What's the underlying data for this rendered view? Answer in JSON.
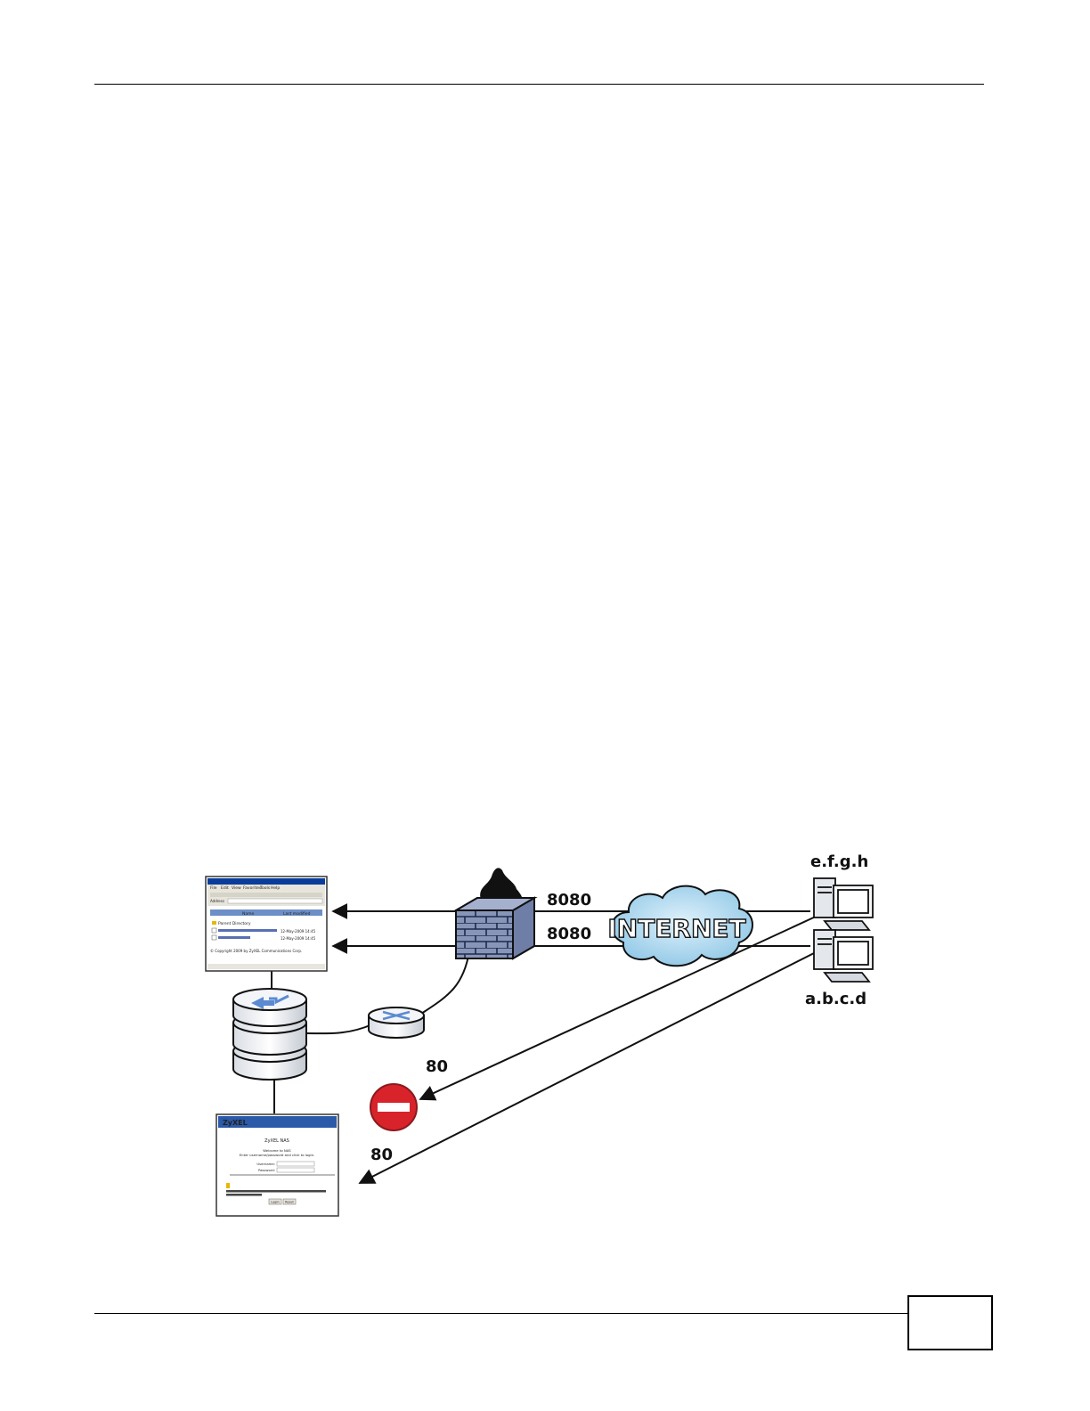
{
  "header": {
    "rule": true
  },
  "footer": {
    "page_number": ""
  },
  "diagram": {
    "labels": {
      "top_host": "e.f.g.h",
      "bottom_host": "a.b.c.d",
      "port_upper": "8080",
      "port_lower": "8080",
      "cloud": "INTERNET",
      "blocked_port": "80",
      "allowed_port": "80"
    },
    "file_browser": {
      "menu": [
        "File",
        "Edit",
        "View",
        "Favorites",
        "Tools",
        "Help"
      ],
      "address_label": "Address",
      "columns": [
        "Name",
        "Last modified"
      ],
      "rows": [
        "Parent Directory",
        "12-May-2009 14:45",
        "12-May-2009 14:45"
      ],
      "copyright": "© Copyright 2009 by ZyXEL Communications Corp."
    },
    "login_page": {
      "brand": "ZyXEL",
      "title": "ZyXEL NAS",
      "welcome": "Welcome to NAS",
      "instruction": "Enter username/password and click to login.",
      "username_label": "Username:",
      "password_label": "Password:",
      "login_button": "Login",
      "reset_button": "Reset"
    }
  }
}
